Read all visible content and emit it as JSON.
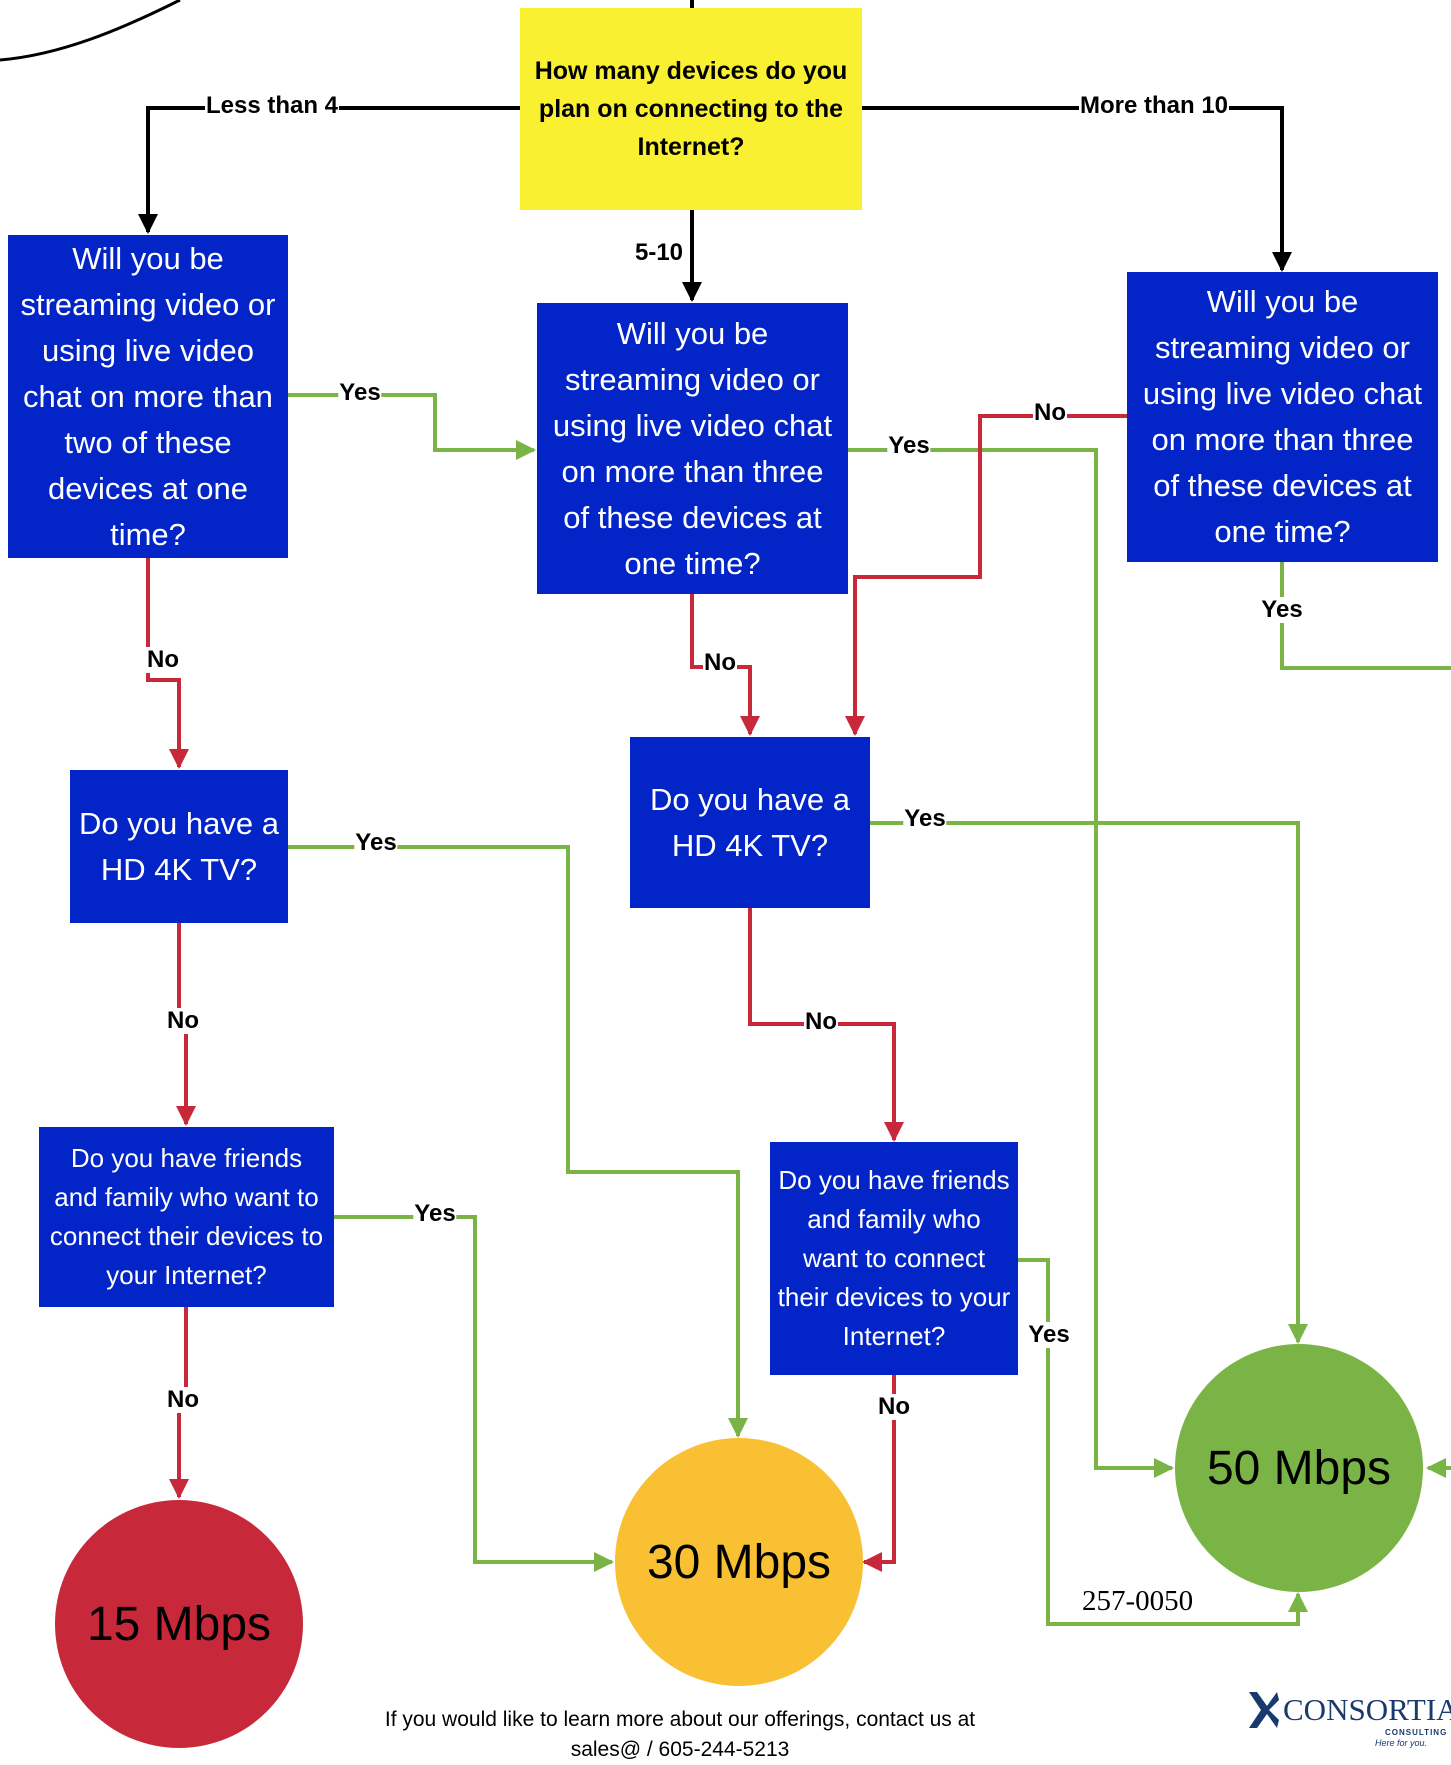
{
  "root_question": [
    "How many devices do you",
    "plan on connecting to the",
    "Internet?"
  ],
  "branches": {
    "less": "Less than 4",
    "mid": "5-10",
    "more": "More than 10"
  },
  "q_stream_two": [
    "Will you be",
    "streaming video or",
    "using live video",
    "chat on more than",
    "two of these",
    "devices at one",
    "time?"
  ],
  "q_stream_three_mid": [
    "Will you be",
    "streaming video or",
    "using live video chat",
    "on more than three",
    "of these devices at",
    "one time?"
  ],
  "q_stream_three_right": [
    "Will you be",
    "streaming video or",
    "using live video chat",
    "on more than three",
    "of these devices at",
    "one time?"
  ],
  "q_tv_left": [
    "Do you have a",
    "HD 4K TV?"
  ],
  "q_tv_mid": [
    "Do you have a",
    "HD 4K TV?"
  ],
  "q_friends_left": [
    "Do you have friends",
    "and family who want to",
    "connect their devices to",
    "your Internet?"
  ],
  "q_friends_mid": [
    "Do you have friends",
    "and family who",
    "want to connect",
    "their devices to your",
    "Internet?"
  ],
  "answers": {
    "yes": "Yes",
    "no": "No"
  },
  "results": {
    "r15": "15 Mbps",
    "r30": "30 Mbps",
    "r50": "50 Mbps"
  },
  "phone": "257-0050",
  "footer": [
    "If you would like to learn more about our offerings, contact us at",
    "sales@ / 605-244-5213"
  ],
  "logo": {
    "name": "CONSORTIA",
    "sub": "CONSULTING",
    "tagline": "Here for you."
  },
  "colors": {
    "blue": "#0324c7",
    "yellow": "#faf032",
    "red": "#c8293a",
    "orange": "#f9c034",
    "green": "#7bb446",
    "line_black": "#000000",
    "line_green": "#7bb446",
    "line_red": "#c8293a"
  }
}
